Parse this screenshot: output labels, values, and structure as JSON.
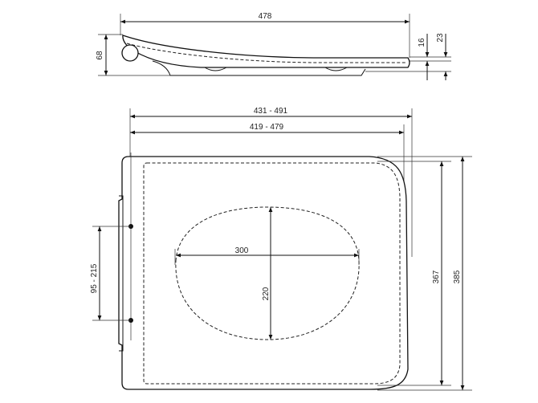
{
  "side_view": {
    "length": "478",
    "height": "68",
    "thickness_front": "16",
    "thickness_total": "23"
  },
  "top_view": {
    "width_outer": "431 - 491",
    "width_inner": "419 - 479",
    "hinge_spacing": "95 - 215",
    "opening_width": "300",
    "opening_depth": "220",
    "seat_depth": "367",
    "lid_depth": "385"
  },
  "colors": {
    "line": "#111111",
    "background": "#ffffff"
  }
}
